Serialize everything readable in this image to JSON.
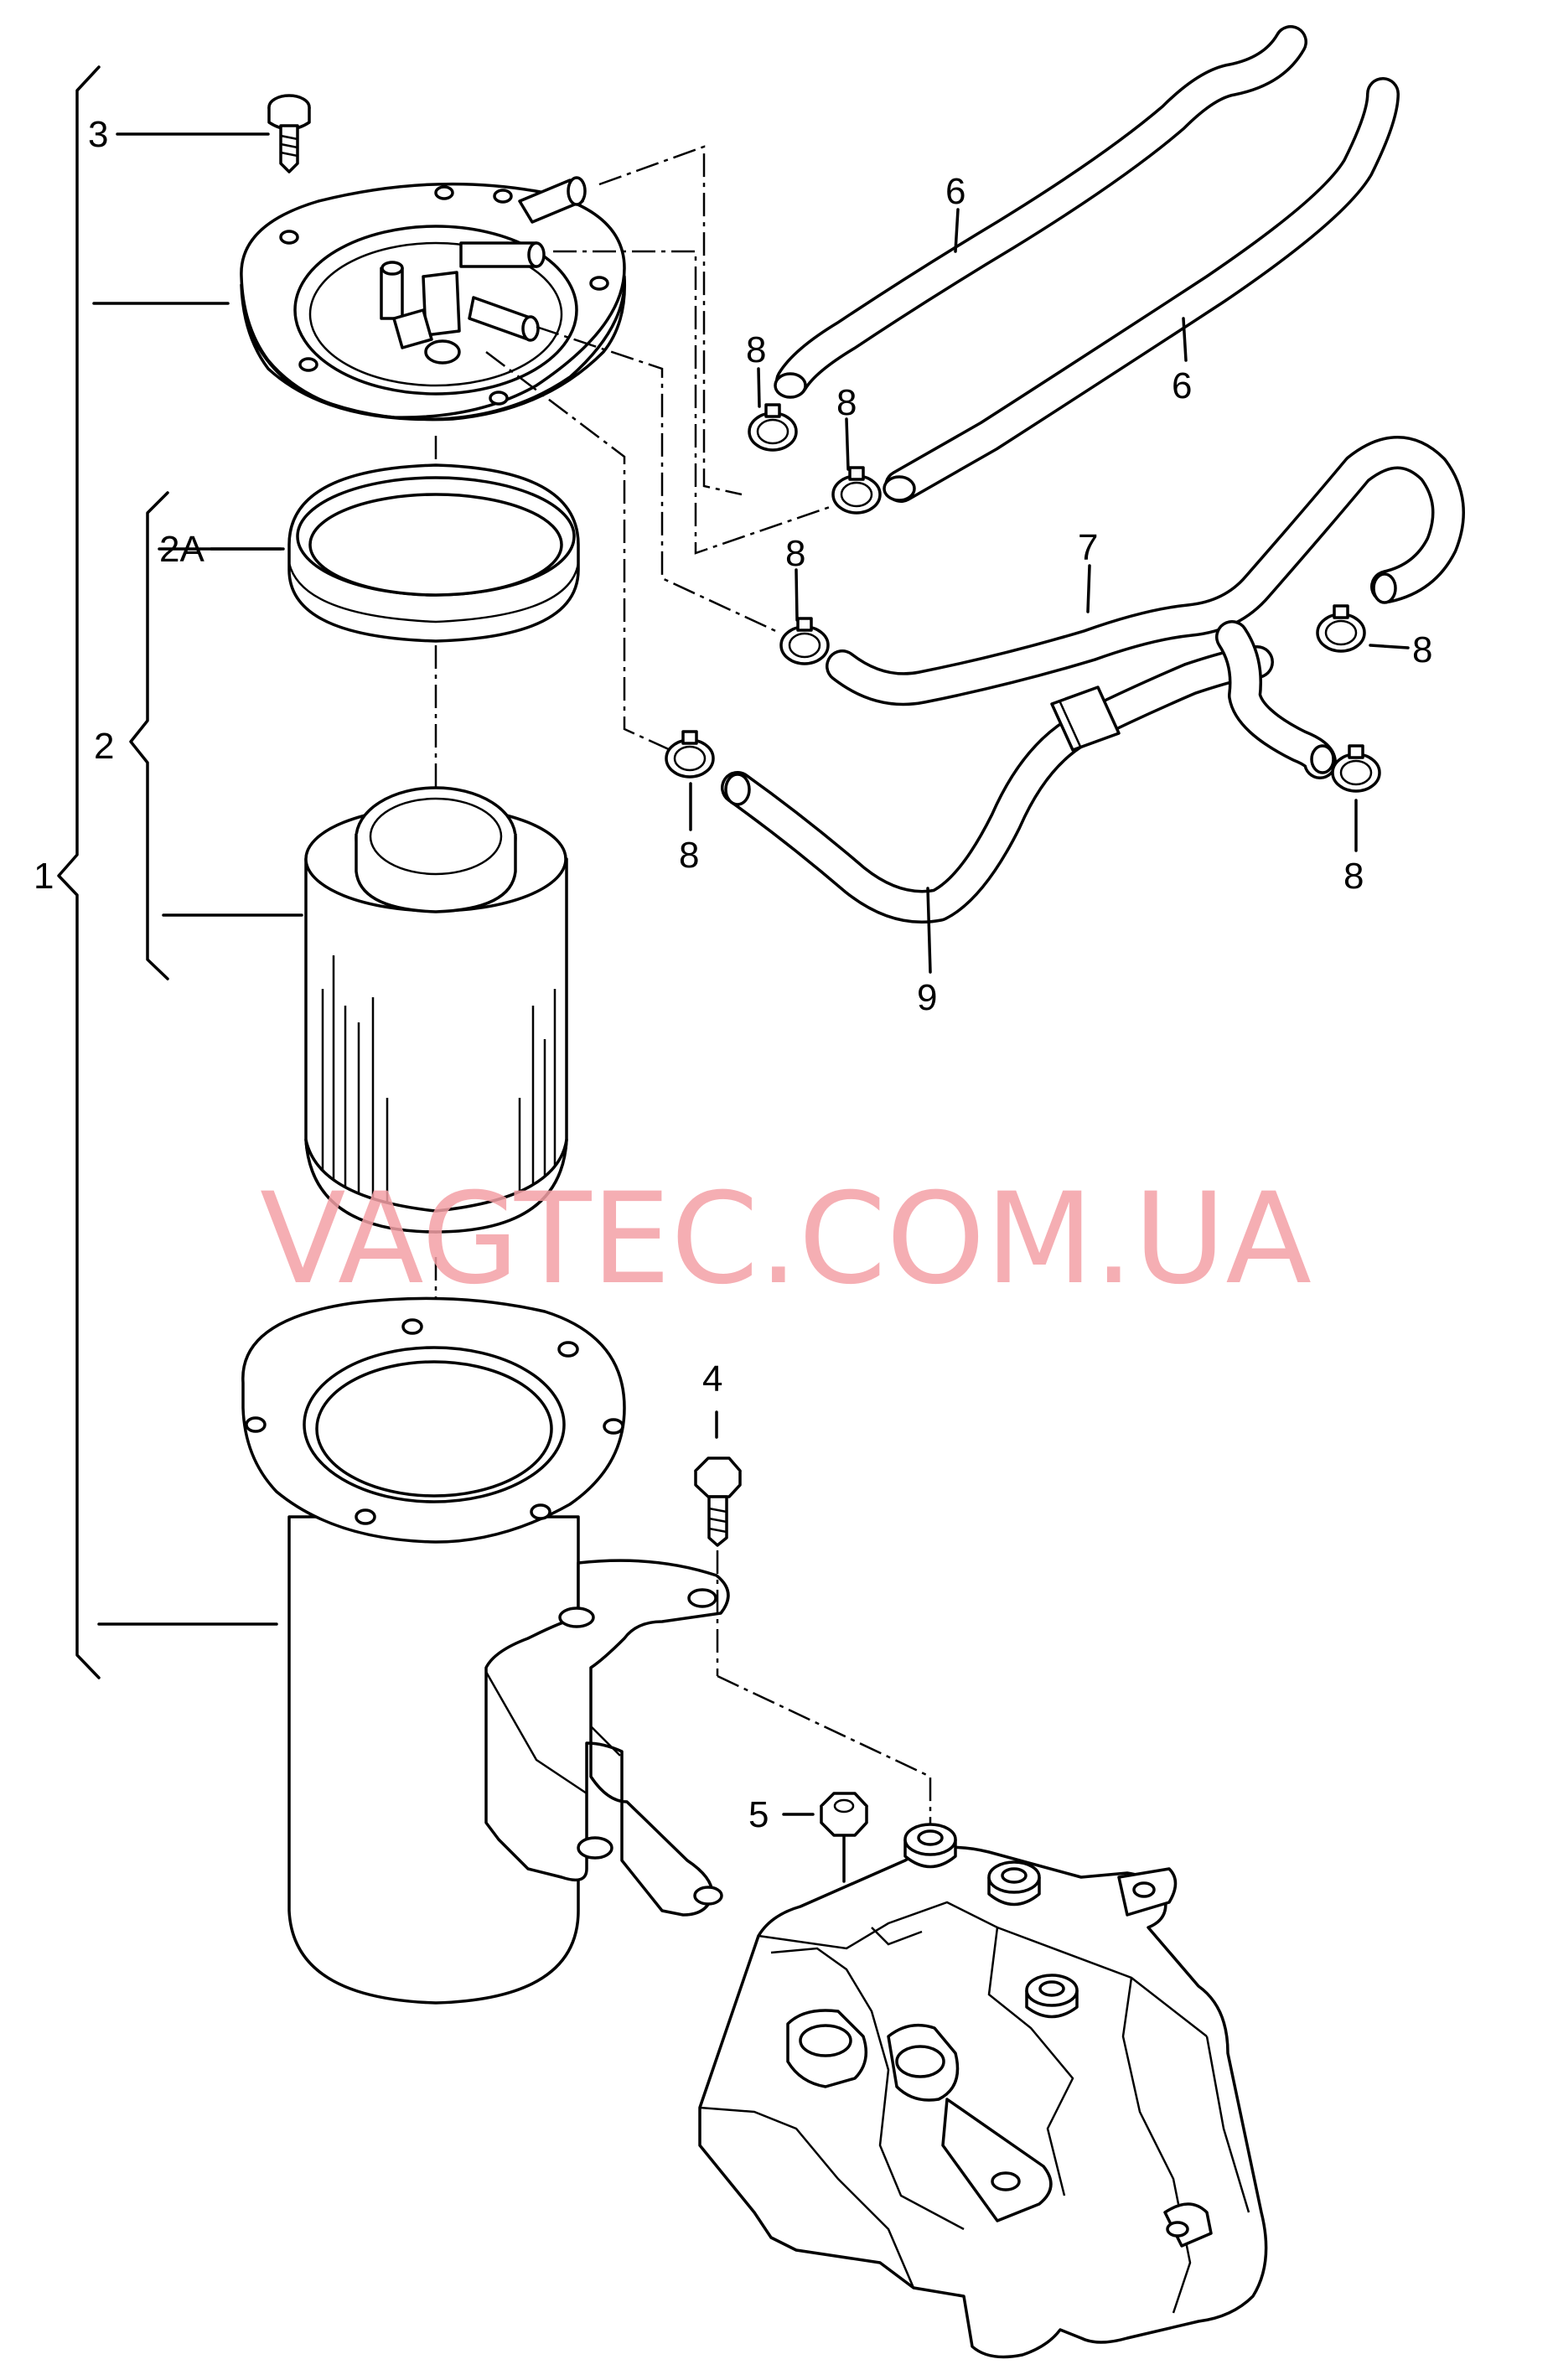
{
  "diagram": {
    "watermark": "VAGTEC.COM.UA",
    "callouts": {
      "c1": "1",
      "c2": "2",
      "c2a": "2A",
      "c3": "3",
      "c4": "4",
      "c5": "5",
      "c6": "6",
      "c7": "7",
      "c8": "8",
      "c9": "9"
    },
    "parts": [
      "housing-cover",
      "filter-seal",
      "filter-element",
      "filter-housing",
      "mounting-bracket",
      "engine-mount",
      "screw",
      "bolt",
      "nut",
      "coolant-hose",
      "hose-clamp",
      "connecting-hose"
    ]
  }
}
